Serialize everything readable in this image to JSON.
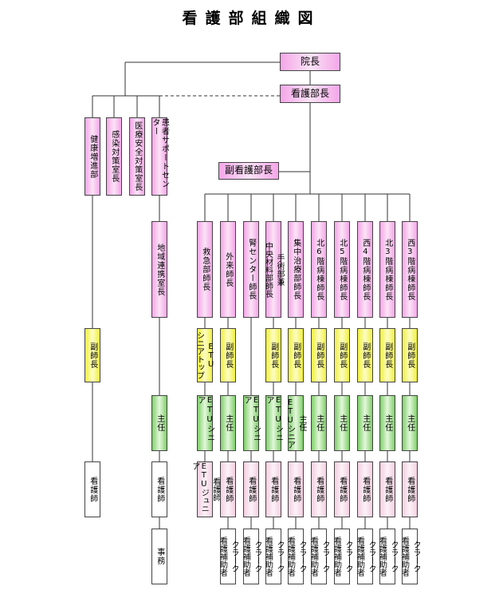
{
  "title": "看護部組織図",
  "top": {
    "director": "院長",
    "nursing_director": "看護部長",
    "deputy_director": "副看護部長"
  },
  "left_column": {
    "headers": [
      "健康増進部",
      "感染対策室長",
      "医療安全対策室長",
      "患者サポートセンター"
    ],
    "health_deputy": "副師長",
    "health_nurse": "看護師",
    "support_chief": "地域連携室長",
    "support_shunin": "主任",
    "support_nurse": "看護師",
    "support_office": "事務"
  },
  "departments": [
    {
      "head": "救急部師長",
      "deputy": [
        "ETU",
        "シニアトップ"
      ],
      "shunin": [
        "ETUシニア"
      ],
      "nurse": [
        "看護師",
        "ETUジュニア"
      ],
      "staff": null
    },
    {
      "head": "外来師長",
      "deputy": [
        "副師長"
      ],
      "shunin": [
        "主任"
      ],
      "nurse": [
        "看護師"
      ],
      "staff": [
        "クラーク",
        "看護補助者"
      ]
    },
    {
      "head": "腎センター師長",
      "deputy": null,
      "shunin": [
        "ETUシニア"
      ],
      "nurse": [
        "看護師"
      ],
      "staff": [
        "クラーク",
        "看護補助者"
      ]
    },
    {
      "head": [
        "手術部兼",
        "中央材料部師長"
      ],
      "deputy": [
        "副師長"
      ],
      "shunin": [
        "ETUシニア"
      ],
      "nurse": [
        "看護師"
      ],
      "staff": [
        "クラーク",
        "看護補助者"
      ]
    },
    {
      "head": "集中治療部師長",
      "deputy": [
        "副師長"
      ],
      "shunin": [
        "主任",
        "ETUシニア"
      ],
      "nurse": [
        "看護師"
      ],
      "staff": [
        "クラーク",
        "看護補助者"
      ]
    },
    {
      "head": "北6階病棟師長",
      "deputy": [
        "副師長"
      ],
      "shunin": [
        "主任"
      ],
      "nurse": [
        "看護師"
      ],
      "staff": [
        "クラーク",
        "看護補助者"
      ]
    },
    {
      "head": "北5階病棟師長",
      "deputy": [
        "副師長"
      ],
      "shunin": [
        "主任"
      ],
      "nurse": [
        "看護師"
      ],
      "staff": [
        "クラーク",
        "看護補助者"
      ]
    },
    {
      "head": "西4階病棟師長",
      "deputy": [
        "副師長"
      ],
      "shunin": [
        "主任"
      ],
      "nurse": [
        "看護師"
      ],
      "staff": [
        "クラーク",
        "看護補助者"
      ]
    },
    {
      "head": "北3階病棟師長",
      "deputy": [
        "副師長"
      ],
      "shunin": [
        "主任"
      ],
      "nurse": [
        "看護師"
      ],
      "staff": [
        "クラーク",
        "看護補助者"
      ]
    },
    {
      "head": "西3階病棟師長",
      "deputy": [
        "副師長"
      ],
      "shunin": [
        "主任"
      ],
      "nurse": [
        "看護師"
      ],
      "staff": [
        "クラーク",
        "看護補助者"
      ]
    }
  ]
}
